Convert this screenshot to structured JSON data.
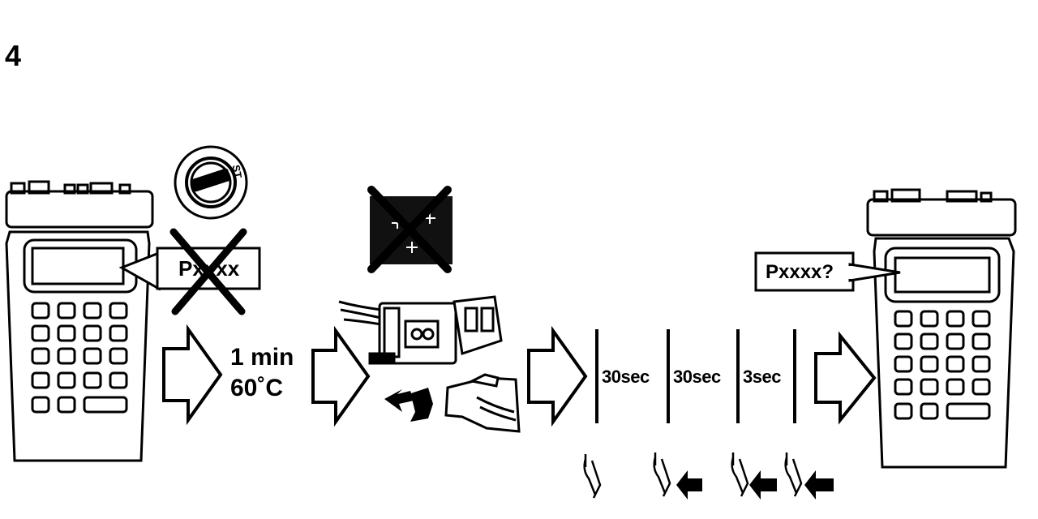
{
  "step_number": "4",
  "codes": {
    "crossed_out_code": "Pxxxx",
    "final_code_query": "Pxxxx?"
  },
  "condition": {
    "time": "1 min",
    "temperature": "60˚C"
  },
  "ignition_mark": "ST",
  "timing": {
    "segments": [
      "30sec",
      "30sec",
      "3sec"
    ]
  }
}
